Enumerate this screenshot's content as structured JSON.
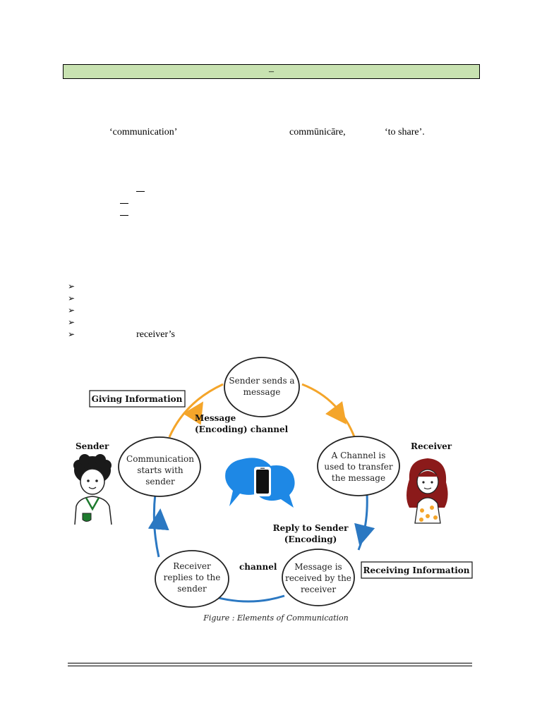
{
  "header": {
    "title": "–"
  },
  "intro": {
    "word1": "‘communication’",
    "word2": "commūnicāre,",
    "word3": "‘to share’."
  },
  "bullets": [
    {
      "icon": "arrowhead-bullet-icon",
      "text": ""
    },
    {
      "icon": "arrowhead-bullet-icon",
      "text": ""
    },
    {
      "icon": "arrowhead-bullet-icon",
      "text": ""
    },
    {
      "icon": "arrowhead-bullet-icon",
      "text": ""
    },
    {
      "icon": "arrowhead-bullet-icon",
      "text": "receiver’s"
    }
  ],
  "figure": {
    "giving_info": "Giving Information",
    "receiving_info": "Receiving Information",
    "sender_label": "Sender",
    "receiver_label": "Receiver",
    "message_channel_1": "Message",
    "message_channel_2": "(Encoding) channel",
    "reply_1": "Reply to Sender",
    "reply_2": "(Encoding)",
    "channel": "channel",
    "nodes": {
      "top": [
        "Sender sends a",
        "message"
      ],
      "right": [
        "A Channel is",
        "used to transfer",
        "the message"
      ],
      "bottom_right": [
        "Message is",
        "received by the",
        "receiver"
      ],
      "bottom_left": [
        "Receiver",
        "replies to the",
        "sender"
      ],
      "left": [
        "Communication",
        "starts with",
        "sender"
      ]
    },
    "caption": "Figure : Elements of Communication",
    "colors": {
      "orange_arrow": "#f4a52a",
      "blue_arrow": "#2b78c2",
      "bubble_blue": "#1e88e5"
    }
  }
}
